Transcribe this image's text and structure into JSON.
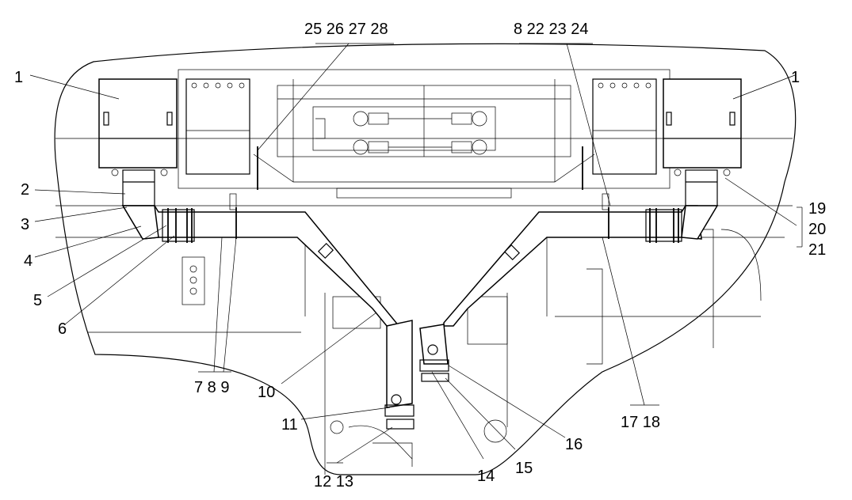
{
  "callouts": [
    {
      "key": "c1_left",
      "text": "1"
    },
    {
      "key": "c1_right",
      "text": "1"
    },
    {
      "key": "c2",
      "text": "2"
    },
    {
      "key": "c3",
      "text": "3"
    },
    {
      "key": "c4",
      "text": "4"
    },
    {
      "key": "c5",
      "text": "5"
    },
    {
      "key": "c6",
      "text": "6"
    },
    {
      "key": "c7_8_9",
      "text": "7 8 9"
    },
    {
      "key": "c10",
      "text": "10"
    },
    {
      "key": "c11",
      "text": "11"
    },
    {
      "key": "c12_13",
      "text": "12 13"
    },
    {
      "key": "c14",
      "text": "14"
    },
    {
      "key": "c15",
      "text": "15"
    },
    {
      "key": "c16",
      "text": "16"
    },
    {
      "key": "c17_18",
      "text": "17 18"
    },
    {
      "key": "c19",
      "text": "19"
    },
    {
      "key": "c20",
      "text": "20"
    },
    {
      "key": "c21",
      "text": "21"
    },
    {
      "key": "c25_28",
      "text": "25 26 27 28"
    },
    {
      "key": "c8_24",
      "text": "8 22 23 24"
    }
  ]
}
